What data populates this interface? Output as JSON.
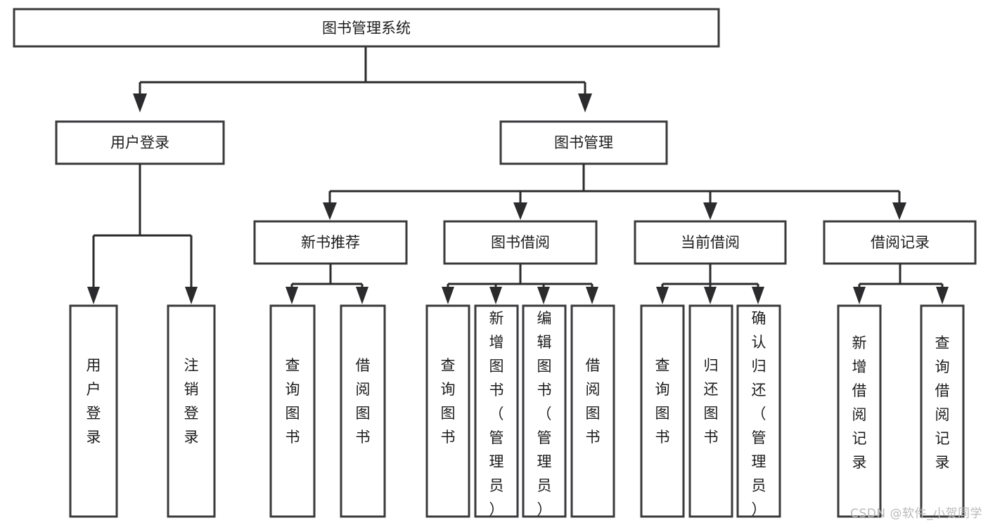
{
  "diagram": {
    "kind": "tree-structure-chart",
    "title": "图书管理系统",
    "background_color": "#ffffff",
    "box_stroke_color": "#3a3a3c",
    "connector_color": "#2b2b2d",
    "text_color": "#1c1c1e",
    "root": {
      "label": "图书管理系统"
    },
    "level1": [
      {
        "label": "用户登录"
      },
      {
        "label": "图书管理"
      }
    ],
    "level2": [
      {
        "label": "新书推荐"
      },
      {
        "label": "图书借阅"
      },
      {
        "label": "当前借阅"
      },
      {
        "label": "借阅记录"
      }
    ],
    "leaves": {
      "user_login": [
        {
          "label": "用户登录"
        },
        {
          "label": "注销登录"
        }
      ],
      "new_book_recommend": [
        {
          "label": "查询图书"
        },
        {
          "label": "借阅图书"
        }
      ],
      "book_borrow": [
        {
          "label": "查询图书"
        },
        {
          "label": "新增图书（管理员）"
        },
        {
          "label": "编辑图书（管理员）"
        },
        {
          "label": "借阅图书"
        }
      ],
      "current_borrow": [
        {
          "label": "查询图书"
        },
        {
          "label": "归还图书"
        },
        {
          "label": "确认归还（管理员）"
        }
      ],
      "borrow_record": [
        {
          "label": "新增借阅记录"
        },
        {
          "label": "查询借阅记录"
        }
      ]
    }
  },
  "watermark": {
    "text": "CSDN @软件_小贺同学",
    "color": "#b9b9bb"
  }
}
